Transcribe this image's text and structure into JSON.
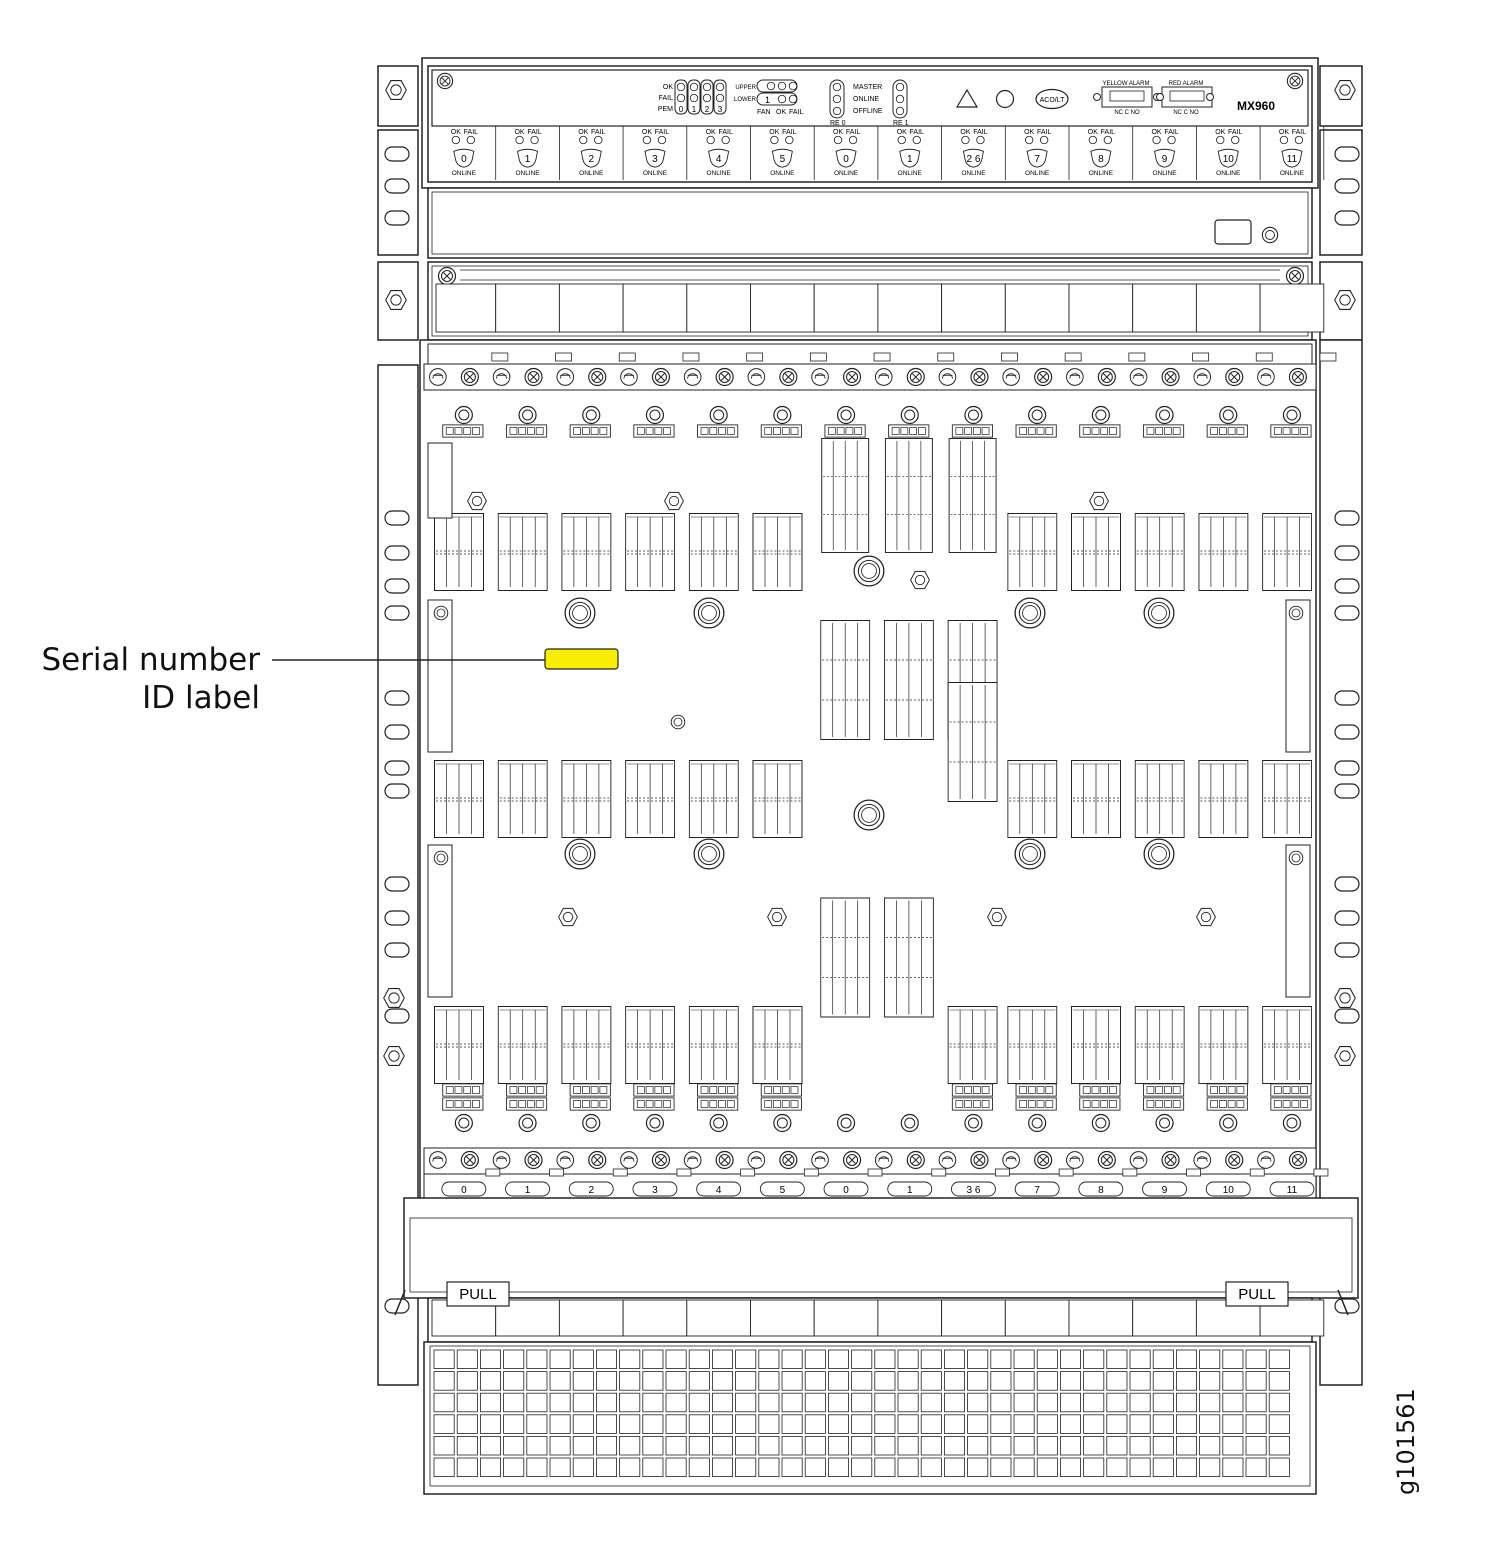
{
  "callout": {
    "line1": "Serial number",
    "line2": "ID label",
    "highlight_color": "#f7ee00"
  },
  "figure_id": "g101561",
  "craft": {
    "pem_labels": {
      "ok": "OK",
      "fail": "FAIL",
      "pem": "PEM",
      "nums": [
        "0",
        "1",
        "2",
        "3"
      ]
    },
    "fan_labels": {
      "upper": "UPPER",
      "lower": "LOWER",
      "fan": "FAN",
      "ok": "OK",
      "fail": "FAIL",
      "lower_num": "1"
    },
    "re_labels": {
      "master": "MASTER",
      "online": "ONLINE",
      "offline": "OFFLINE",
      "re0": "RE 0",
      "re1": "RE 1"
    },
    "acolt": "ACO/LT",
    "yellow_alarm": "YELLOW ALARM",
    "red_alarm": "RED ALARM",
    "nc_c_no": "NC  C  NO",
    "model": "MX960",
    "slot_ok": "OK",
    "slot_fail": "FAIL",
    "slot_online": "ONLINE",
    "slots": [
      "0",
      "1",
      "2",
      "3",
      "4",
      "5",
      "0",
      "1",
      "2 6",
      "7",
      "8",
      "9",
      "10",
      "11"
    ]
  },
  "bottom_slot_labels": [
    "0",
    "1",
    "2",
    "3",
    "4",
    "5",
    "0",
    "1",
    "3 6",
    "7",
    "8",
    "9",
    "10",
    "11"
  ],
  "pull_label": "PULL",
  "icon_names": [
    "warning-triangle-icon",
    "circle-button-icon",
    "screw-icon"
  ]
}
